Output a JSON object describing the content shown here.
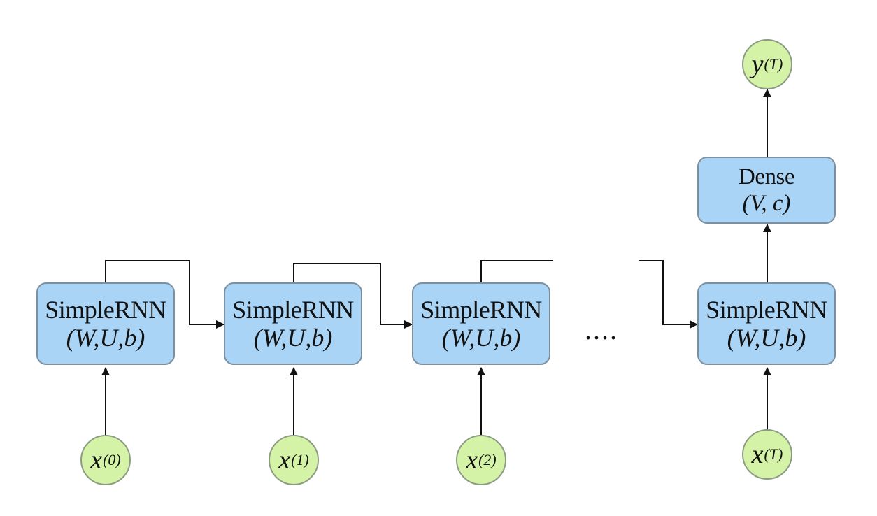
{
  "rnn_cells": [
    {
      "title": "SimpleRNN",
      "params": "(W,U,b)"
    },
    {
      "title": "SimpleRNN",
      "params": "(W,U,b)"
    },
    {
      "title": "SimpleRNN",
      "params": "(W,U,b)"
    },
    {
      "title": "SimpleRNN",
      "params": "(W,U,b)"
    }
  ],
  "dense": {
    "title": "Dense",
    "params": "(V, c)"
  },
  "inputs": [
    {
      "symbol": "x",
      "sup": "(0)"
    },
    {
      "symbol": "x",
      "sup": "(1)"
    },
    {
      "symbol": "x",
      "sup": "(2)"
    },
    {
      "symbol": "x",
      "sup": "(T)"
    }
  ],
  "output": {
    "symbol": "y",
    "sup": "(T)"
  },
  "ellipsis": "....",
  "colors": {
    "cell_fill": "#a9d4f6",
    "cell_border": "#7c8f9f",
    "node_fill": "#d5f3a6",
    "node_border": "#8c9c84",
    "line": "#111111"
  }
}
